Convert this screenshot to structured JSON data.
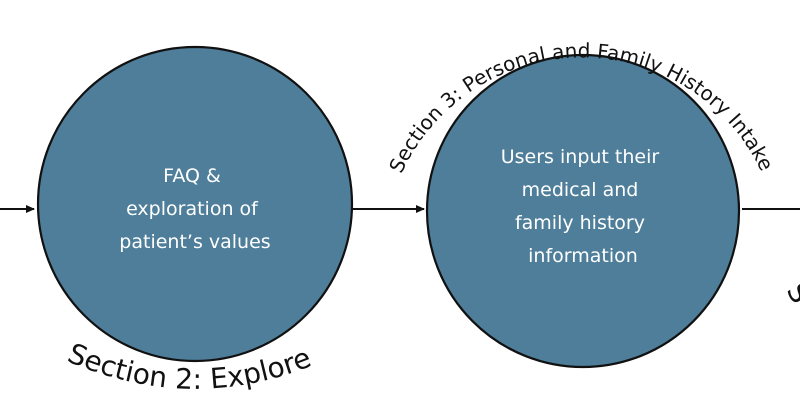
{
  "colors": {
    "circle_fill": "#4e7e99",
    "circle_stroke": "#111111",
    "circle_text": "#ffffff",
    "label_text": "#111111",
    "arrow": "#111111",
    "background": "#ffffff"
  },
  "section2": {
    "label": "Section 2: Explore",
    "body_lines": [
      "FAQ &",
      "exploration of",
      "patient’s values"
    ]
  },
  "section3": {
    "label": "Section 3: Personal and Family History Intake",
    "body_lines": [
      "Users input their",
      "medical and",
      "family history",
      "information"
    ]
  },
  "section4": {
    "label_fragment": "S"
  }
}
